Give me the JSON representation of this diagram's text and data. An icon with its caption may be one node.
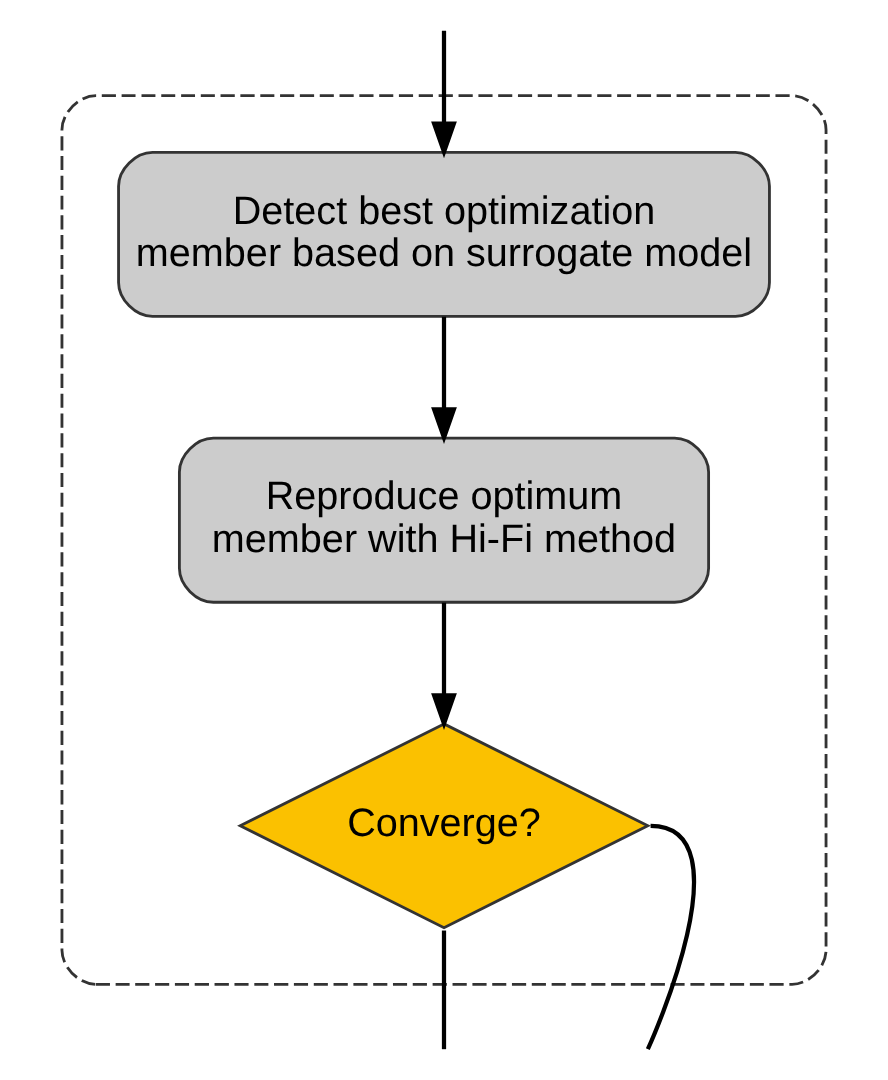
{
  "diagram": {
    "nodes": [
      {
        "text": [],
        "shape": "box"
      },
      {
        "text": [
          "Detect best optimization member based on surrogate model"
        ],
        "in": 0
      },
      {
        "text": [
          "Reproduce optimum member with Hi-Fi method"
        ],
        "in": 0
      },
      {
        "text": [
          "Converge?"
        ],
        "in": 0
      }
    ],
    "edges": [
      {
        "from": null,
        "to": 1,
        "arrow": "to"
      },
      {
        "from": 1,
        "to": 2,
        "arrow": "to"
      },
      {
        "from": 2,
        "to": 3,
        "arrow": "to"
      },
      {
        "from": 3,
        "to": null,
        "arrow": "none"
      },
      {
        "from": 3,
        "to": null,
        "arrow": "none"
      }
    ]
  }
}
